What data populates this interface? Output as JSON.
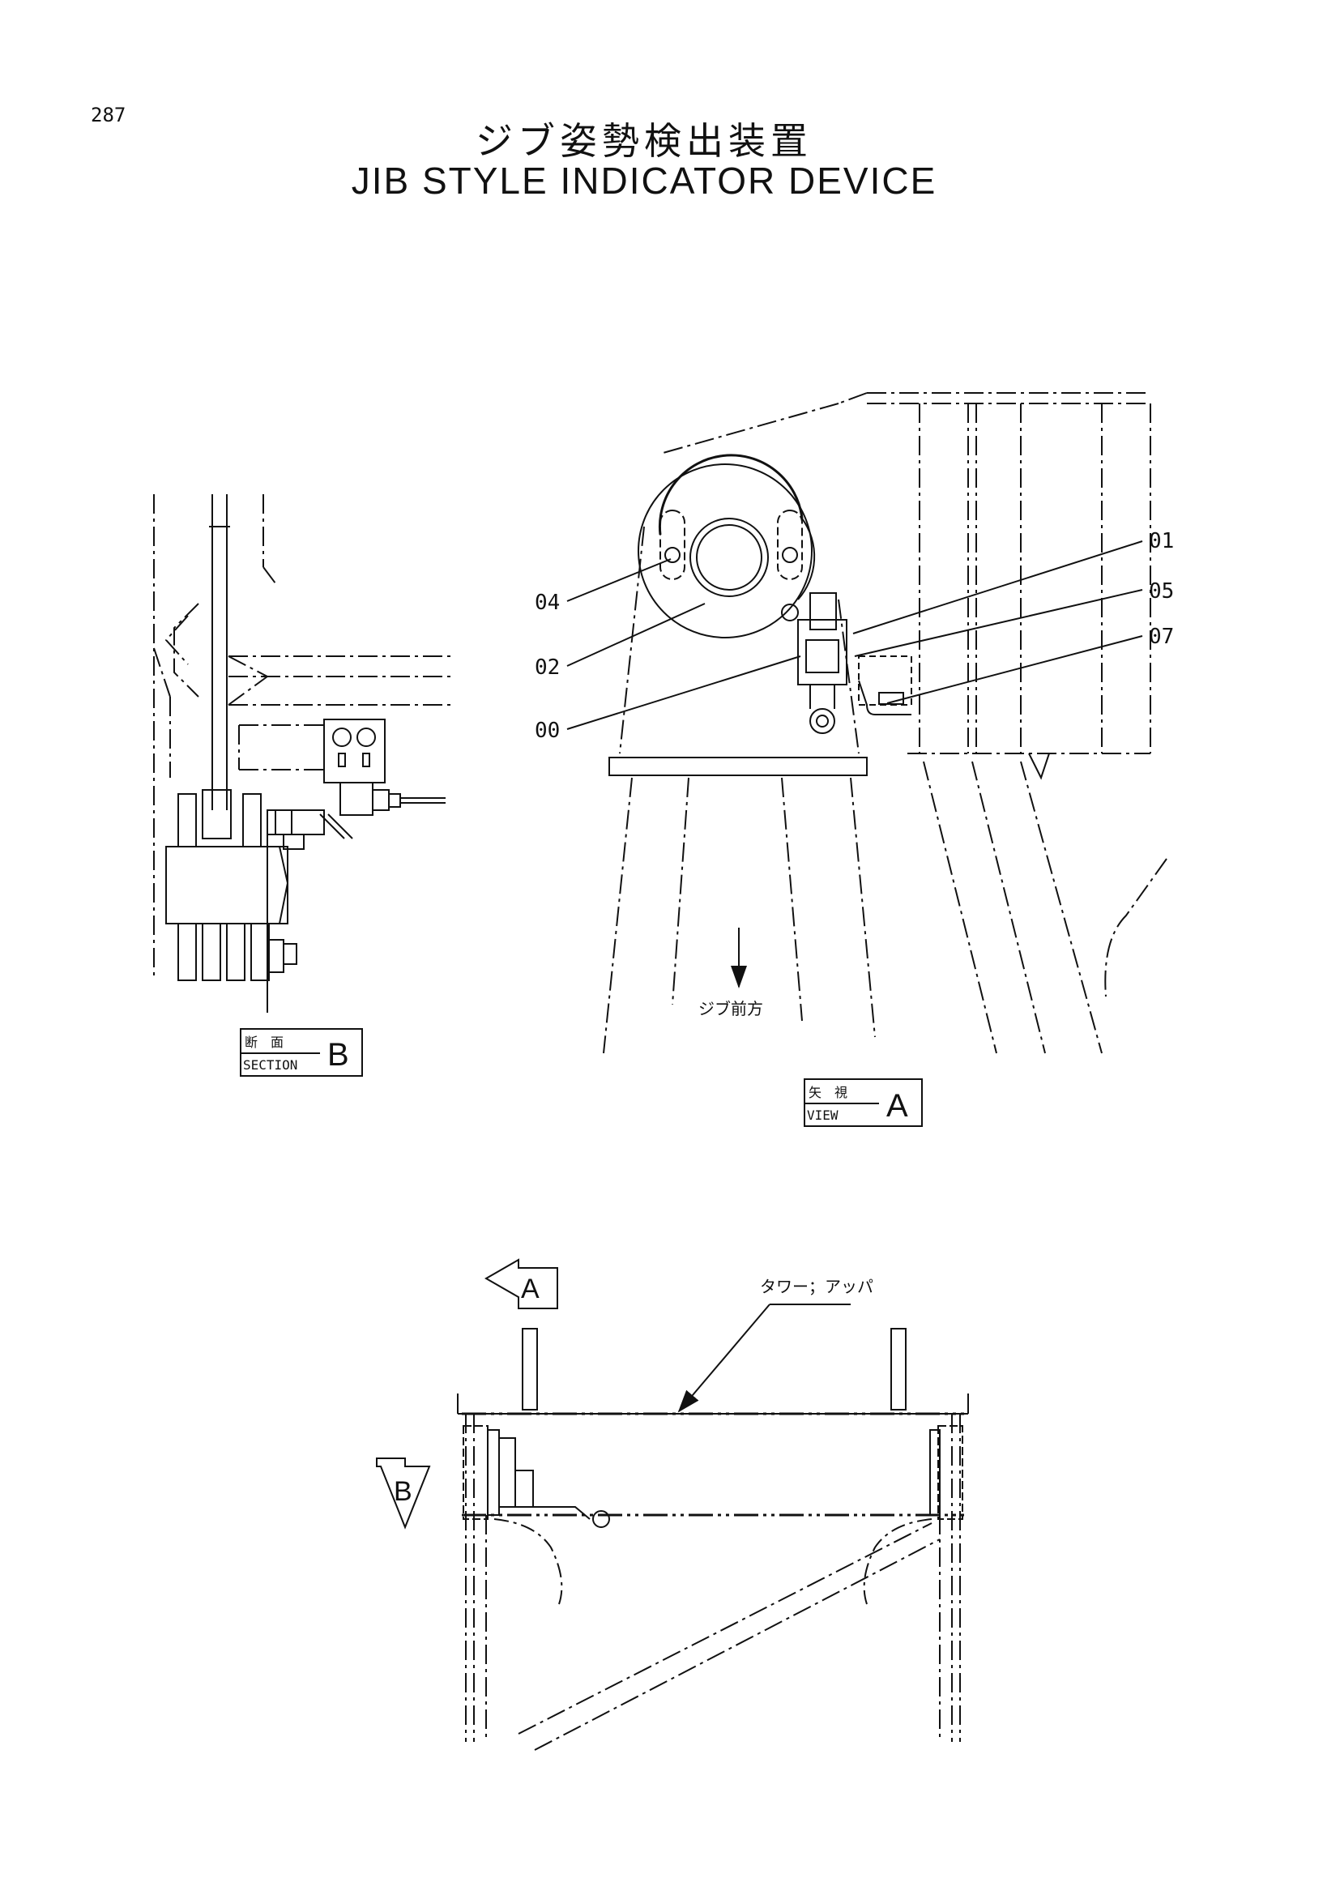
{
  "page_number": "287",
  "title_jp": "ジブ姿勢検出装置",
  "title_en": "JIB STYLE INDICATOR DEVICE",
  "callouts": {
    "c01": "01",
    "c05": "05",
    "c07": "07",
    "c04": "04",
    "c02": "02",
    "c00": "00"
  },
  "jib_front_label": "ジブ前方",
  "tower_upper_label": "タワー；アッパ",
  "section_tag": {
    "jp": "断　面",
    "en": "SECTION",
    "letter": "B"
  },
  "view_tag": {
    "jp": "矢　視",
    "en": "VIEW",
    "letter": "A"
  },
  "view_arrow_letter": "A",
  "section_arrow_letter": "B"
}
